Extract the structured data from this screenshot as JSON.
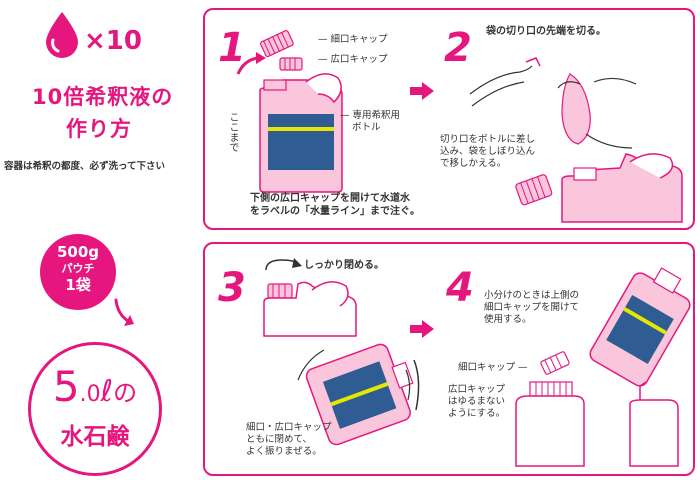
{
  "left": {
    "multiplier": "×10",
    "title_line1": "10倍希釈液の",
    "title_line2": "作り方",
    "note": "容器は希釈の都度、必ず洗って下さい",
    "pouch_line1": "500g",
    "pouch_line2": "パウチ",
    "pouch_line3": "1袋",
    "result_big": "5",
    "result_small": ".0",
    "result_unit": "ℓ",
    "result_no": "の",
    "result_label": "水石鹸"
  },
  "step1": {
    "num": "1",
    "label_small_cap": "細口キャップ",
    "label_wide_cap": "広口キャップ",
    "label_bottle_line1": "専用希釈用",
    "label_bottle_line2": "ボトル",
    "label_koko": "ここまで",
    "instruction_line1": "下側の広口キャップを開けて水道水",
    "instruction_line2": "をラベルの「水量ライン」まで注ぐ。"
  },
  "step2": {
    "num": "2",
    "cut_text": "袋の切り口の先端を切る。",
    "insert_line1": "切り口をボトルに差し",
    "insert_line2": "込み、袋をしぼり込ん",
    "insert_line3": "で移しかえる。"
  },
  "step3": {
    "num": "3",
    "close_text": "しっかり閉める。",
    "shake_line1": "細口・広口キャップ",
    "shake_line2": "ともに閉めて、",
    "shake_line3": "よく振りまぜる。"
  },
  "step4": {
    "num": "4",
    "portion_line1": "小分けのときは上側の",
    "portion_line2": "細口キャップを開けて",
    "portion_line3": "使用する。",
    "small_cap_label": "細口キャップ",
    "wide_cap_line1": "広口キャップ",
    "wide_cap_line2": "はゆるまない",
    "wide_cap_line3": "ようにする。"
  },
  "colors": {
    "accent": "#e5177e",
    "light_pink": "#f9c6dc",
    "label_blue": "#2f5c92",
    "water_line": "#e6e600"
  },
  "icons": [
    "drop-icon",
    "arrow-right-icon",
    "curved-arrow-icon",
    "rotate-arrow-icon"
  ]
}
